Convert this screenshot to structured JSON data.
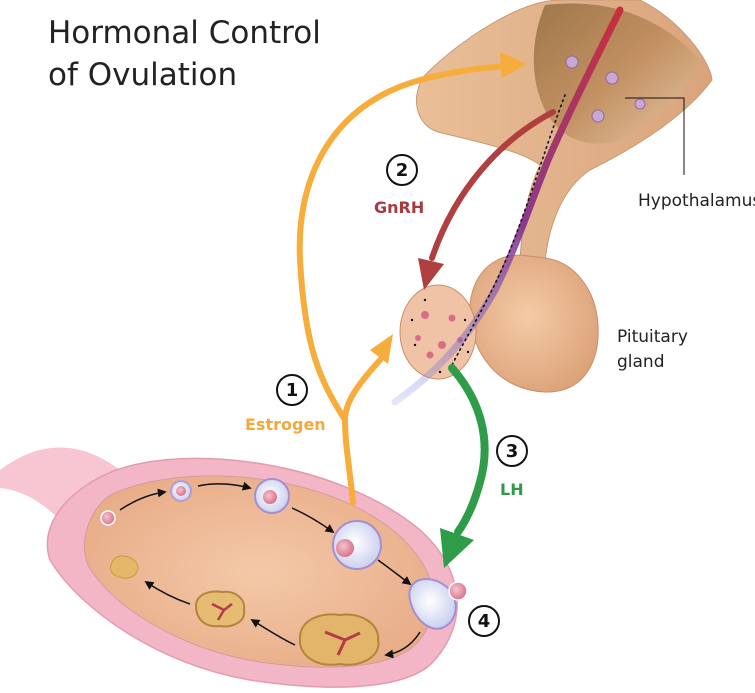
{
  "title": {
    "line1": "Hormonal Control",
    "line2": "of Ovulation"
  },
  "labels": {
    "hypothalamus": "Hypothalamus",
    "pituitary_line1": "Pituitary",
    "pituitary_line2": "gland"
  },
  "steps": [
    {
      "number": "1",
      "hormone": "Estrogen",
      "color": "#f4a93a"
    },
    {
      "number": "2",
      "hormone": "GnRH",
      "color": "#a83a3e"
    },
    {
      "number": "3",
      "hormone": "LH",
      "color": "#2f9a47"
    },
    {
      "number": "4",
      "hormone": "",
      "color": "#111111"
    }
  ],
  "colors": {
    "estrogen_arrow": "#f6ad3c",
    "gnrh_arrow": "#b0403f",
    "lh_arrow": "#2e9c48",
    "tissue": "#e8b892",
    "ovary_outer": "#f3b6c6",
    "ovary_inner": "#f0c2a4",
    "follicle": "#d6dcf2"
  }
}
